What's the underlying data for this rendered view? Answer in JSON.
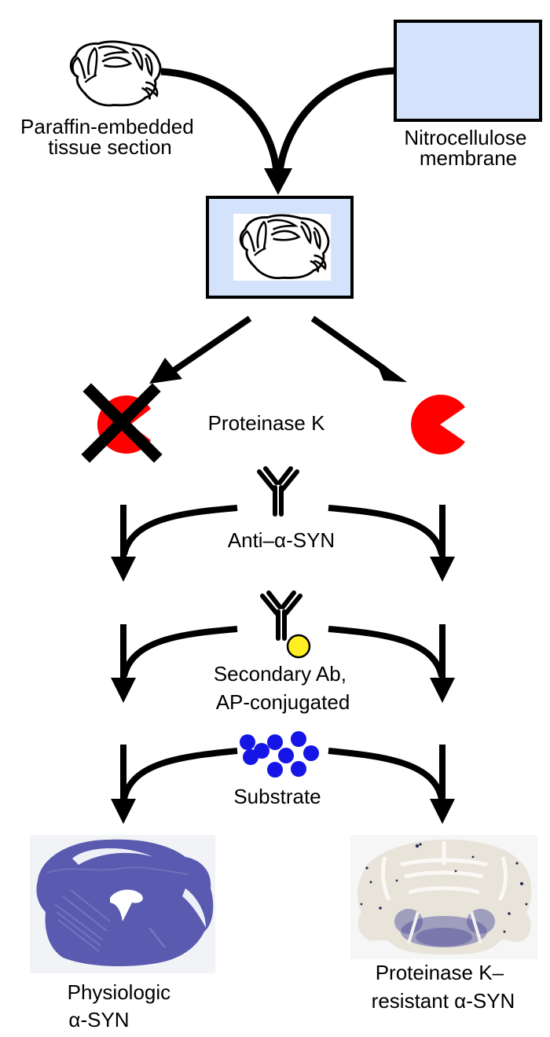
{
  "colors": {
    "membrane_fill": "#d4e3fb",
    "enzyme": "#ff0000",
    "ap_conjugate": "#ffee22",
    "substrate": "#1515e6",
    "physiologic_stain": "#5a5ab0",
    "pk_section_bg": "#e8e4da",
    "pk_stain": "#4a4a98"
  },
  "labels": {
    "tissue_section": [
      "Paraffin-embedded",
      "tissue section"
    ],
    "membrane": [
      "Nitrocellulose",
      "membrane"
    ],
    "proteinase_k": "Proteinase K",
    "primary_ab": "Anti–α-SYN",
    "secondary_ab": [
      "Secondary Ab,",
      "AP-conjugated"
    ],
    "substrate": "Substrate",
    "result_left": [
      "Physiologic",
      "α-SYN"
    ],
    "result_right": [
      "Proteinase K–",
      "resistant α-SYN"
    ]
  },
  "icons": {
    "tissue": "brain-section-outline-icon",
    "membrane": "membrane-rectangle-icon",
    "blot": "tissue-on-membrane-icon",
    "enzyme_inactive": "crossed-out-proteinase-k-icon",
    "enzyme_active": "proteinase-k-pacman-icon",
    "primary_antibody": "antibody-y-icon",
    "secondary_antibody": "antibody-ap-conjugated-icon",
    "substrate": "substrate-dots-icon"
  }
}
